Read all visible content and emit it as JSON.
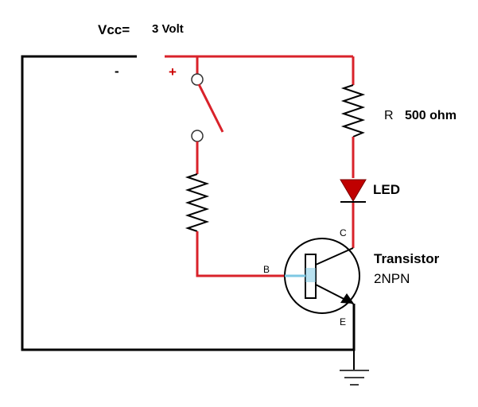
{
  "supply": {
    "label": "Vcc=",
    "value": "3 Volt",
    "negative_sign": "-",
    "positive_sign": "+"
  },
  "resistor": {
    "symbol": "R",
    "value": "500 ohm"
  },
  "led": {
    "label": "LED"
  },
  "transistor": {
    "label": "Transistor",
    "type": "2NPN",
    "collector": "C",
    "base": "B",
    "emitter": "E"
  },
  "colors": {
    "wire_positive": "#d9222a",
    "wire_negative": "#000000",
    "led_fill": "#c00000",
    "base_lead": "#7ec8e3"
  },
  "icons": [
    "switch-icon",
    "resistor-icon",
    "led-icon",
    "npn-transistor-icon",
    "ground-icon"
  ]
}
